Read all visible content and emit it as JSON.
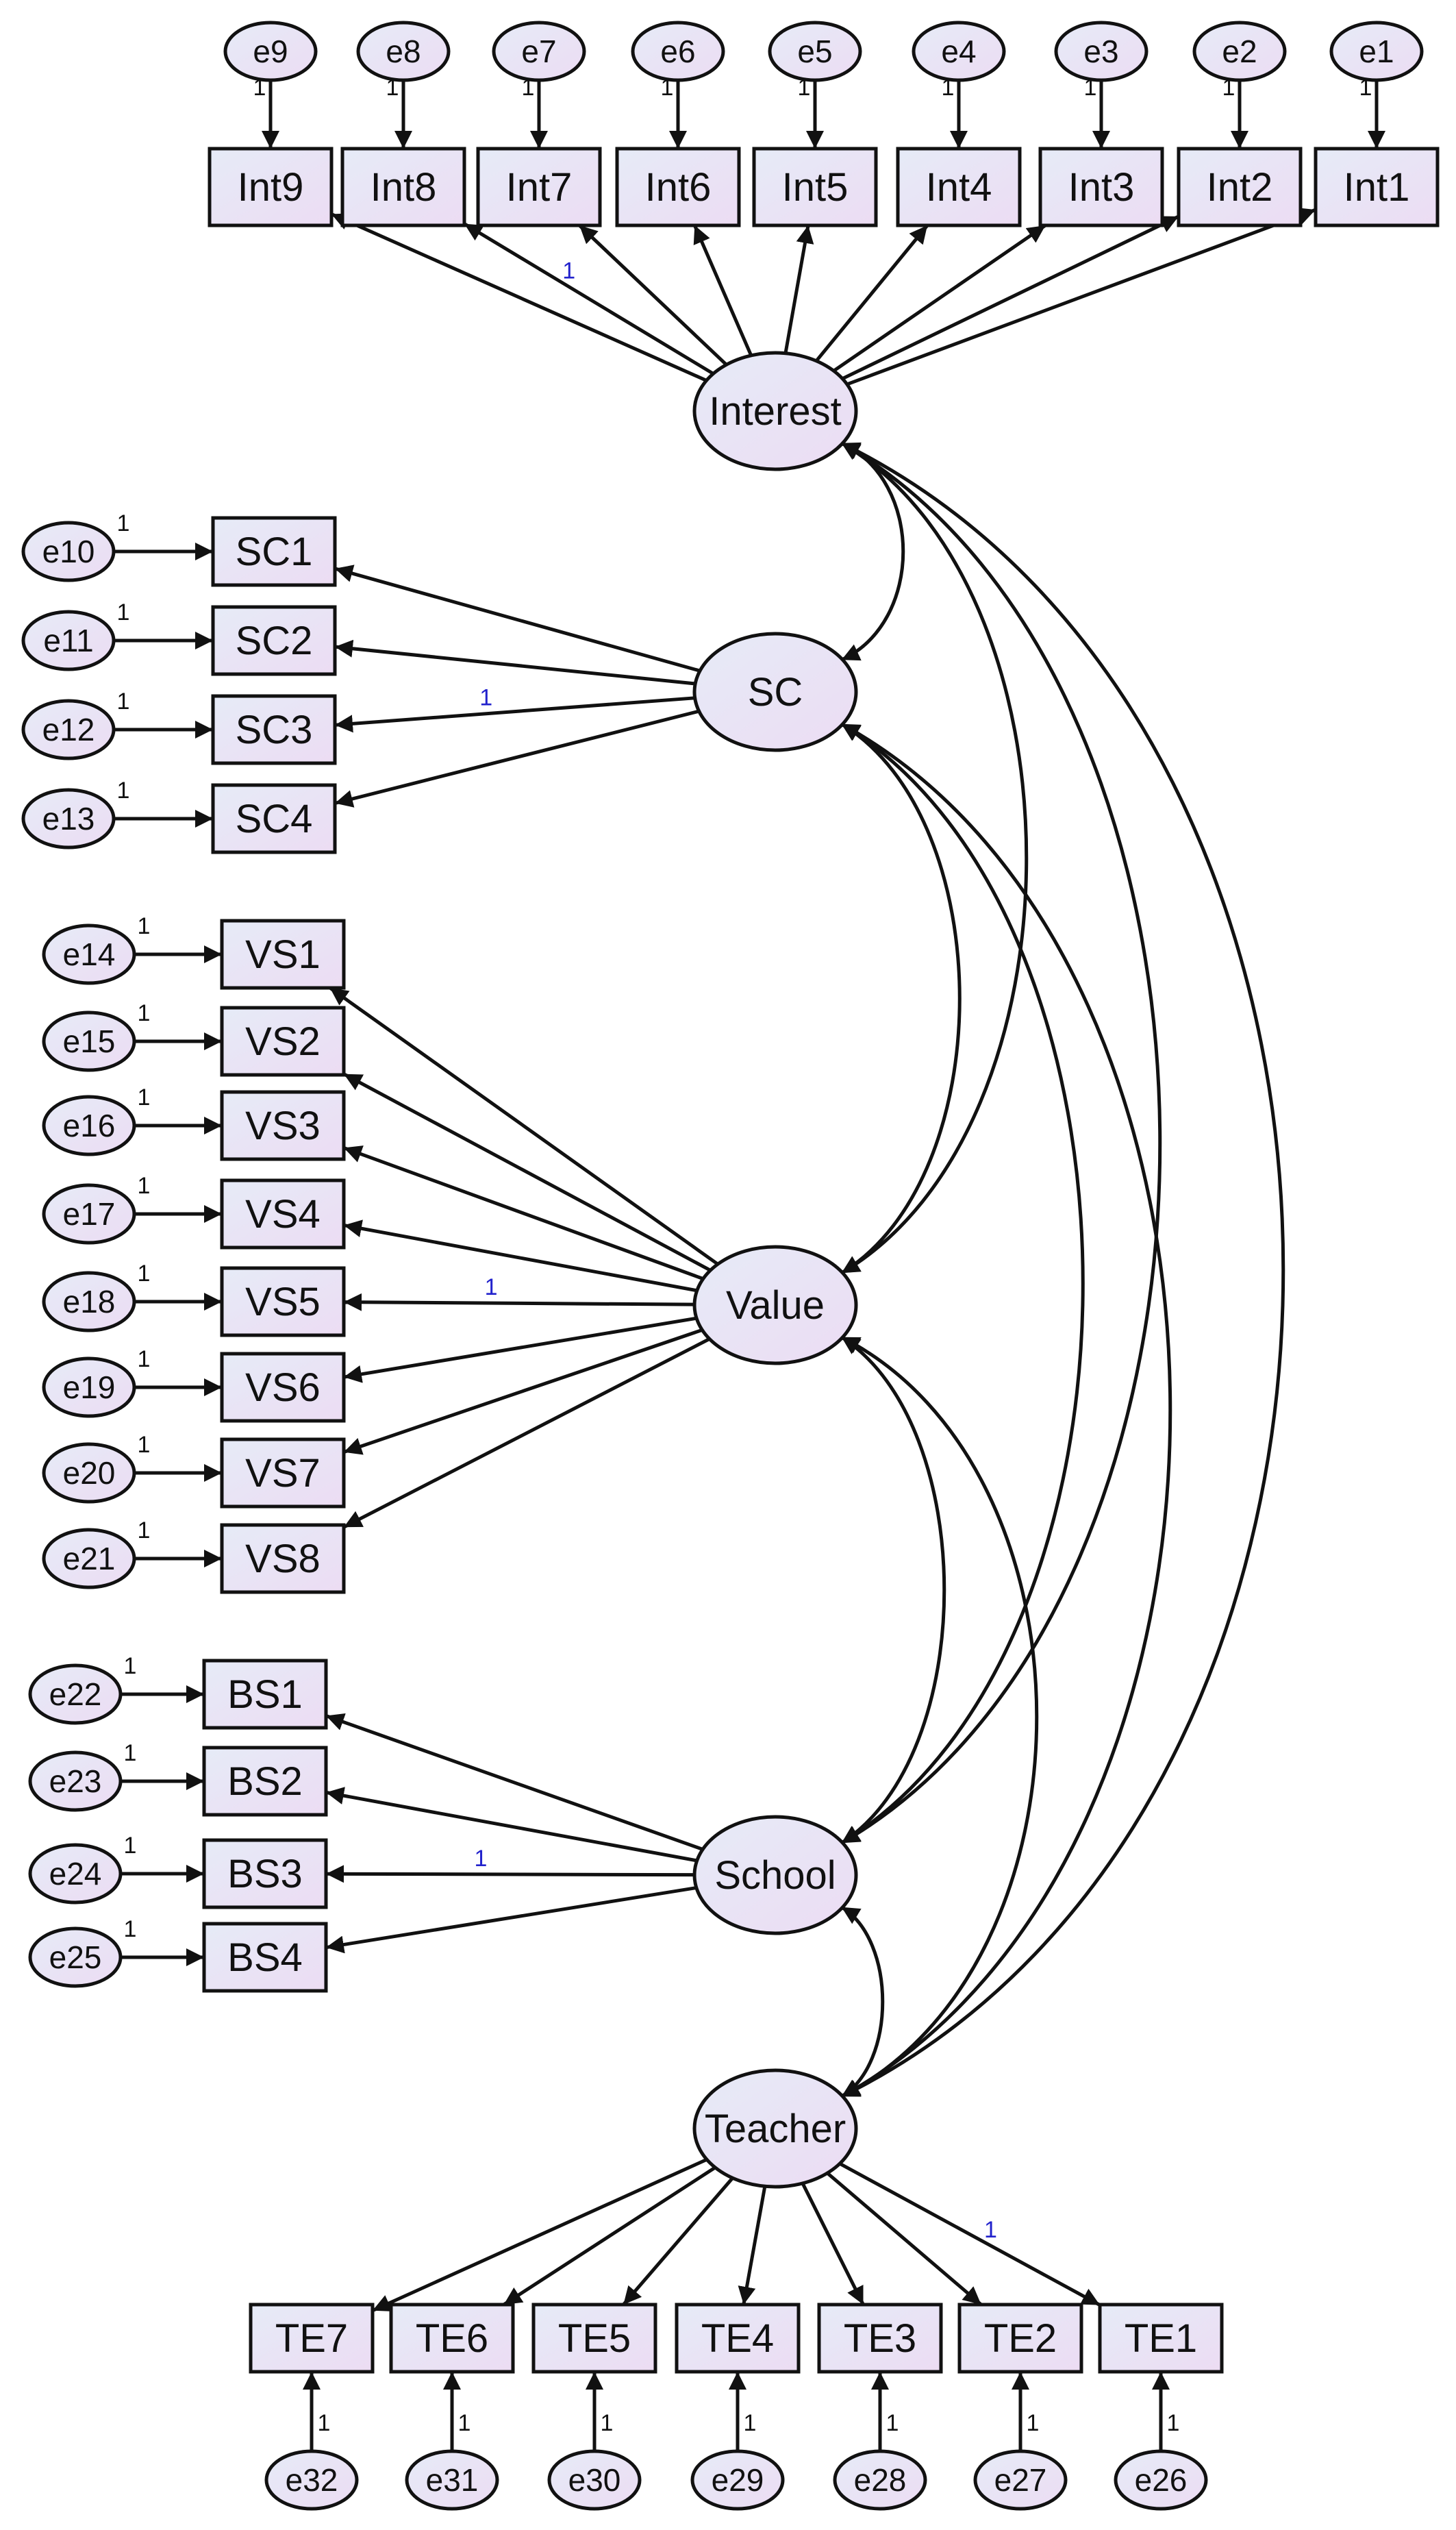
{
  "latents": [
    {
      "id": "interest",
      "label": "Interest"
    },
    {
      "id": "sc",
      "label": "SC"
    },
    {
      "id": "value",
      "label": "Value"
    },
    {
      "id": "school",
      "label": "School"
    },
    {
      "id": "teacher",
      "label": "Teacher"
    }
  ],
  "observed": [
    {
      "id": "Int9",
      "label": "Int9",
      "factor": "interest",
      "error": "e9"
    },
    {
      "id": "Int8",
      "label": "Int8",
      "factor": "interest",
      "error": "e8"
    },
    {
      "id": "Int7",
      "label": "Int7",
      "factor": "interest",
      "error": "e7"
    },
    {
      "id": "Int6",
      "label": "Int6",
      "factor": "interest",
      "error": "e6"
    },
    {
      "id": "Int5",
      "label": "Int5",
      "factor": "interest",
      "error": "e5"
    },
    {
      "id": "Int4",
      "label": "Int4",
      "factor": "interest",
      "error": "e4"
    },
    {
      "id": "Int3",
      "label": "Int3",
      "factor": "interest",
      "error": "e3"
    },
    {
      "id": "Int2",
      "label": "Int2",
      "factor": "interest",
      "error": "e2"
    },
    {
      "id": "Int1",
      "label": "Int1",
      "factor": "interest",
      "error": "e1"
    },
    {
      "id": "SC1",
      "label": "SC1",
      "factor": "sc",
      "error": "e10"
    },
    {
      "id": "SC2",
      "label": "SC2",
      "factor": "sc",
      "error": "e11"
    },
    {
      "id": "SC3",
      "label": "SC3",
      "factor": "sc",
      "error": "e12"
    },
    {
      "id": "SC4",
      "label": "SC4",
      "factor": "sc",
      "error": "e13"
    },
    {
      "id": "VS1",
      "label": "VS1",
      "factor": "value",
      "error": "e14"
    },
    {
      "id": "VS2",
      "label": "VS2",
      "factor": "value",
      "error": "e15"
    },
    {
      "id": "VS3",
      "label": "VS3",
      "factor": "value",
      "error": "e16"
    },
    {
      "id": "VS4",
      "label": "VS4",
      "factor": "value",
      "error": "e17"
    },
    {
      "id": "VS5",
      "label": "VS5",
      "factor": "value",
      "error": "e18"
    },
    {
      "id": "VS6",
      "label": "VS6",
      "factor": "value",
      "error": "e19"
    },
    {
      "id": "VS7",
      "label": "VS7",
      "factor": "value",
      "error": "e20"
    },
    {
      "id": "VS8",
      "label": "VS8",
      "factor": "value",
      "error": "e21"
    },
    {
      "id": "BS1",
      "label": "BS1",
      "factor": "school",
      "error": "e22"
    },
    {
      "id": "BS2",
      "label": "BS2",
      "factor": "school",
      "error": "e23"
    },
    {
      "id": "BS3",
      "label": "BS3",
      "factor": "school",
      "error": "e24"
    },
    {
      "id": "BS4",
      "label": "BS4",
      "factor": "school",
      "error": "e25"
    },
    {
      "id": "TE7",
      "label": "TE7",
      "factor": "teacher",
      "error": "e32"
    },
    {
      "id": "TE6",
      "label": "TE6",
      "factor": "teacher",
      "error": "e31"
    },
    {
      "id": "TE5",
      "label": "TE5",
      "factor": "teacher",
      "error": "e30"
    },
    {
      "id": "TE4",
      "label": "TE4",
      "factor": "teacher",
      "error": "e29"
    },
    {
      "id": "TE3",
      "label": "TE3",
      "factor": "teacher",
      "error": "e28"
    },
    {
      "id": "TE2",
      "label": "TE2",
      "factor": "teacher",
      "error": "e27"
    },
    {
      "id": "TE1",
      "label": "TE1",
      "factor": "teacher",
      "error": "e26"
    }
  ],
  "fixed_loading_label": "1",
  "fixed_error_label": "1",
  "fixed_loadings": [
    "Int8",
    "SC3",
    "VS5",
    "BS3",
    "TE1"
  ],
  "covariances": [
    [
      "interest",
      "sc"
    ],
    [
      "interest",
      "value"
    ],
    [
      "interest",
      "school"
    ],
    [
      "interest",
      "teacher"
    ],
    [
      "sc",
      "value"
    ],
    [
      "sc",
      "school"
    ],
    [
      "sc",
      "teacher"
    ],
    [
      "value",
      "school"
    ],
    [
      "value",
      "teacher"
    ],
    [
      "school",
      "teacher"
    ]
  ],
  "colors": {
    "node_fill_start": "#e6ebf7",
    "node_fill_end": "#ecdcf3",
    "stroke": "#111111",
    "loading_label": "#2222cc",
    "error_label": "#111111"
  }
}
